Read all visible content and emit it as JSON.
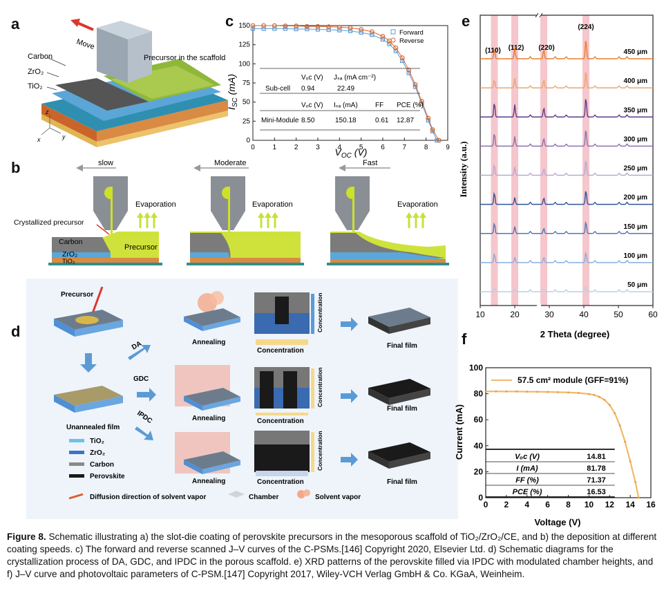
{
  "panel_letters": {
    "a": "a",
    "b": "b",
    "c": "c",
    "d": "d",
    "e": "e",
    "f": "f"
  },
  "panel_a": {
    "move": "Move",
    "precursor_in_scaffold": "Precursor in the scaffold",
    "carbon": "Carbon",
    "zro2": "ZrO₂",
    "tio2": "TiO₂",
    "axis_z": "z",
    "axis_x": "x",
    "axis_y": "y"
  },
  "panel_b": {
    "speeds": [
      "slow",
      "Moderate",
      "Fast"
    ],
    "evaporation": "Evaporation",
    "crystallized_precursor": "Crystallized precursor",
    "precursor": "Precursor",
    "carbon": "Carbon",
    "zro2": "ZrO₂",
    "tio2": "TiO₂"
  },
  "panel_d": {
    "precursor": "Precursor",
    "unannealed_film": "Unannealed film",
    "methods": [
      "DA",
      "GDC",
      "IPDC"
    ],
    "annealing": "Annealing",
    "concentration": "Concentration",
    "final_film": "Final film",
    "legend": [
      "TiO₂",
      "ZrO₂",
      "Carbon",
      "Perovskite"
    ],
    "diffusion_label": "Diffusion direction of solvent vapor",
    "chamber": "Chamber",
    "solvent_vapor": "Solvent vapor"
  },
  "panel_e_peaks": [
    "(110)",
    "(112)",
    "(220)",
    "(224)"
  ],
  "panel_c_table": {
    "row1_header": [
      "Vₒc (V)",
      "Jₛₐ (mA cm⁻²)"
    ],
    "row1": [
      "Sub-cell",
      "0.94",
      "22.49"
    ],
    "row2_header": [
      "Vₒc (V)",
      "Iₛₐ (mA)",
      "FF",
      "PCE (%)"
    ],
    "row2": [
      "Mini-Module",
      "8.50",
      "150.18",
      "0.61",
      "12.87"
    ]
  },
  "panel_f_table": [
    [
      "Vₒc (V)",
      "14.81"
    ],
    [
      "I (mA)",
      "81.78"
    ],
    [
      "FF (%)",
      "71.37"
    ],
    [
      "PCE (%)",
      "16.53"
    ]
  ],
  "caption": {
    "lead": "Figure 8.",
    "text": "Schematic illustrating a) the slot-die coating of perovskite precursors in the mesoporous scaffold of TiO₂/ZrO₂/CE, and b) the deposition at different coating speeds. c) The forward and reverse scanned J–V curves of the C-PSMs.[146] Copyright 2020, Elsevier Ltd. d) Schematic diagrams for the crystallization process of DA, GDC, and IPDC in the porous scaffold. e) XRD patterns of the perovskite filled via IPDC with modulated chamber heights, and f) J–V curve and photovoltaic parameters of C-PSM.[147] Copyright 2017, Wiley-VCH Verlag GmbH & Co. KGaA, Weinheim."
  },
  "chart_data": [
    {
      "type": "line",
      "panel": "c",
      "xlabel": "V_OC (V)",
      "ylabel": "I_SC (mA)",
      "xlim": [
        0,
        9
      ],
      "ylim": [
        0,
        150
      ],
      "xticks": [
        0,
        1,
        2,
        3,
        4,
        5,
        6,
        7,
        8,
        9
      ],
      "yticks": [
        0,
        25,
        50,
        75,
        100,
        125,
        150
      ],
      "series": [
        {
          "name": "Forward",
          "color": "#5b9bd5",
          "marker": "square",
          "x": [
            0,
            0.5,
            1,
            1.5,
            2,
            2.5,
            3,
            3.5,
            4,
            4.5,
            5,
            5.5,
            6,
            6.3,
            6.6,
            6.9,
            7.2,
            7.5,
            7.8,
            8.1,
            8.3,
            8.5
          ],
          "y": [
            146,
            146,
            146,
            146,
            145.5,
            145.5,
            145,
            144.5,
            144,
            143,
            141,
            138,
            132,
            126,
            117,
            104,
            88,
            70,
            48,
            26,
            12,
            0
          ]
        },
        {
          "name": "Reverse",
          "color": "#d9662b",
          "marker": "circle",
          "x": [
            0,
            0.5,
            1,
            1.5,
            2,
            2.5,
            3,
            3.5,
            4,
            4.5,
            5,
            5.5,
            6,
            6.3,
            6.6,
            6.9,
            7.2,
            7.5,
            7.8,
            8.1,
            8.3,
            8.6
          ],
          "y": [
            150,
            150,
            150,
            149.5,
            149.5,
            149,
            149,
            148.5,
            148,
            147,
            145,
            142,
            136,
            130,
            121,
            108,
            92,
            73,
            51,
            29,
            14,
            0
          ]
        }
      ]
    },
    {
      "type": "line",
      "panel": "e",
      "xlabel": "2 Theta (degree)",
      "ylabel": "Intensity (a.u.)",
      "xlim": [
        10,
        60
      ],
      "xticks": [
        10,
        20,
        30,
        40,
        50,
        60
      ],
      "axis_break_at": 27,
      "peaks_2theta": [
        14.1,
        20.0,
        28.4,
        40.6
      ],
      "peak_labels": [
        "(110)",
        "(112)",
        "(220)",
        "(224)"
      ],
      "series": [
        {
          "name": "450 μm",
          "color": "#e87d2a"
        },
        {
          "name": "400 μm",
          "color": "#eba66a"
        },
        {
          "name": "350 μm",
          "color": "#5b3a8a"
        },
        {
          "name": "300 μm",
          "color": "#8b70ad"
        },
        {
          "name": "250 μm",
          "color": "#b8a8d1"
        },
        {
          "name": "200 μm",
          "color": "#2f5597"
        },
        {
          "name": "150 μm",
          "color": "#4c78b7"
        },
        {
          "name": "100 μm",
          "color": "#87aedb"
        },
        {
          "name": "50 μm",
          "color": "#b7d0ea"
        }
      ]
    },
    {
      "type": "line",
      "panel": "f",
      "xlabel": "Voltage (V)",
      "ylabel": "Current (mA)",
      "xlim": [
        0,
        16
      ],
      "ylim": [
        0,
        100
      ],
      "xticks": [
        0,
        2,
        4,
        6,
        8,
        10,
        12,
        14,
        16
      ],
      "yticks": [
        0,
        20,
        40,
        60,
        80,
        100
      ],
      "legend": "57.5 cm² module (GFF=91%)",
      "color": "#f2b86b",
      "series": [
        {
          "name": "57.5 cm² module (GFF=91%)",
          "x": [
            0,
            1,
            2,
            3,
            4,
            5,
            6,
            7,
            8,
            9,
            10,
            10.5,
            11,
            11.5,
            12,
            12.5,
            13,
            13.5,
            14,
            14.5,
            14.81
          ],
          "y": [
            81.8,
            81.8,
            81.7,
            81.7,
            81.6,
            81.5,
            81.4,
            81.2,
            81.0,
            80.6,
            79.8,
            79.0,
            77.6,
            75.3,
            71.4,
            65.0,
            55.5,
            43.0,
            28.0,
            12.0,
            0
          ]
        }
      ]
    }
  ]
}
